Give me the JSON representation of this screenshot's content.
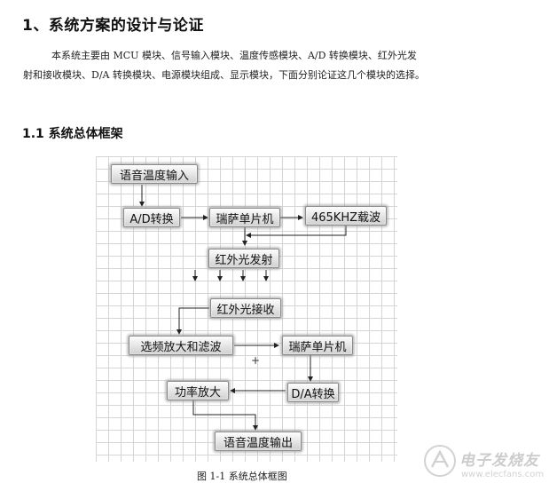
{
  "section": {
    "title": "1、系统方案的设计与论证",
    "paragraph_line1": "本系统主要由 MCU 模块、信号输入模块、温度传感模块、A/D 转换模块、红外光发",
    "paragraph_line2": "射和接收模块、D/A 转换模块、电源模块组成、显示模块，下面分别论证这几个模块的选择。"
  },
  "subsection": {
    "title": "1.1 系统总体框架"
  },
  "diagram": {
    "nodes": {
      "voice_input": "语音温度输入",
      "ad_convert": "A/D转换",
      "mcu_top": "瑞萨单片机",
      "carrier": "465KHZ载波",
      "ir_transmit": "红外光发射",
      "ir_receive": "红外光接收",
      "filter_amp": "选频放大和滤波",
      "mcu_bottom": "瑞萨单片机",
      "power_amp": "功率放大",
      "da_convert": "D/A转换",
      "voice_output": "语音温度输出"
    },
    "misc_mark": "+"
  },
  "caption": "图 1-1 系统总体框图",
  "watermark": {
    "text": "电子发烧友",
    "url": "www.elecfans.com"
  }
}
